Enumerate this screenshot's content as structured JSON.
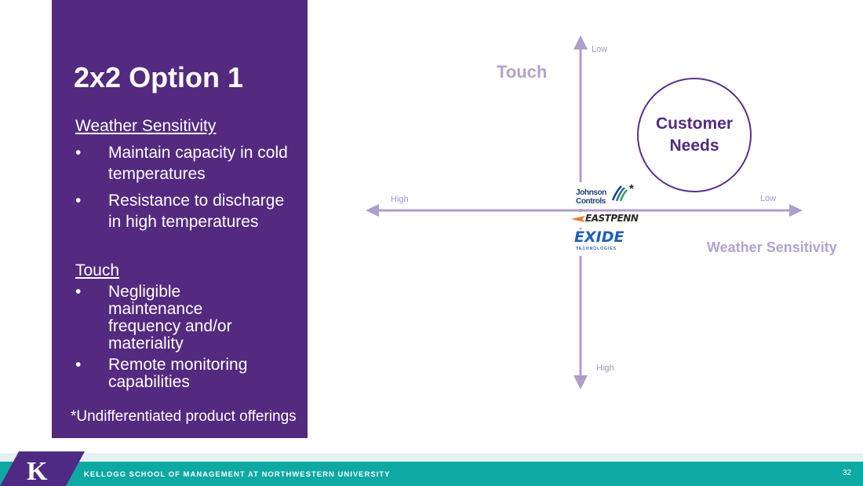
{
  "panel": {
    "title": "2x2 Option 1",
    "weather": {
      "heading": "Weather Sensitivity",
      "bullets": [
        "Maintain capacity in cold temperatures",
        "Resistance to discharge in high temperatures"
      ]
    },
    "touch": {
      "heading": "Touch",
      "bullets": [
        "Negligible maintenance frequency and/or materiality",
        "Remote monitoring capabilities"
      ]
    },
    "bullet_char": "•",
    "footnote": "*Undifferentiated product offerings"
  },
  "matrix": {
    "y_axis_title": "Touch",
    "x_axis_title": "Weather Sensitivity",
    "y_top_label": "Low",
    "y_bottom_label": "High",
    "x_left_label": "High",
    "x_right_label": "Low",
    "customer_needs": "Customer Needs",
    "logos": [
      {
        "name": "Johnson Controls",
        "line1": "Johnson",
        "line2": "Controls"
      },
      {
        "name": "EastPenn",
        "text": "EASTPENN"
      },
      {
        "name": "Exide Technologies",
        "text": "EXIDE",
        "sub": "TECHNOLOGIES"
      }
    ],
    "asterisk": "*"
  },
  "footer": {
    "logo_letter": "K",
    "text": "KELLOGG SCHOOL OF MANAGEMENT AT NORTHWESTERN UNIVERSITY",
    "slide_number": "32"
  },
  "colors": {
    "panel": "#532a7f",
    "axis": "#b09ccd",
    "footer": "#0fa9a3"
  }
}
